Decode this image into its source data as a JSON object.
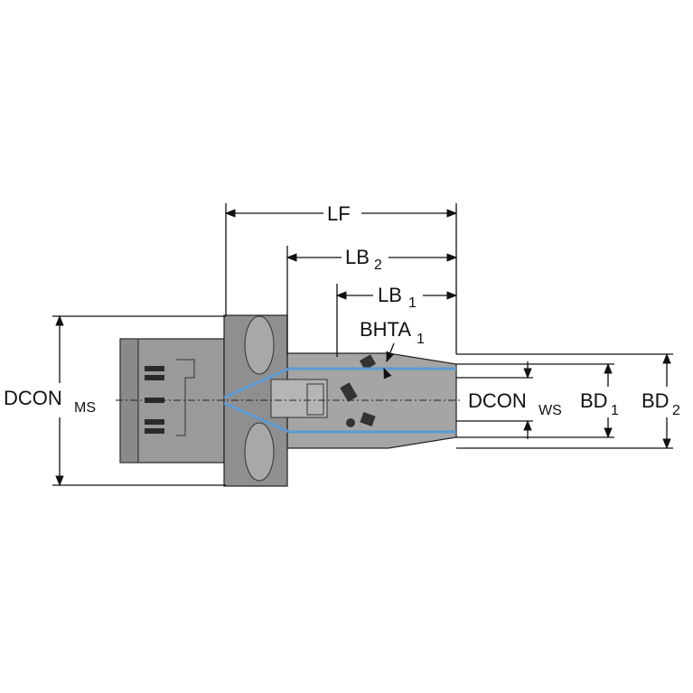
{
  "labels": {
    "lf": "LF",
    "lb2": "LB",
    "lb2_sub": "2",
    "lb1": "LB",
    "lb1_sub": "1",
    "bhta1": "BHTA",
    "bhta1_sub": "1",
    "dcon_ms": "DCON",
    "dcon_ms_sub": "MS",
    "dcon_ws": "DCON",
    "dcon_ws_sub": "WS",
    "bd1": "BD",
    "bd1_sub": "1",
    "bd2": "BD",
    "bd2_sub": "2"
  },
  "colors": {
    "body_gray": "#9a9a9a",
    "body_dark": "#6e6e6e",
    "coolant_blue": "#5b9bd5",
    "line": "#111111"
  }
}
